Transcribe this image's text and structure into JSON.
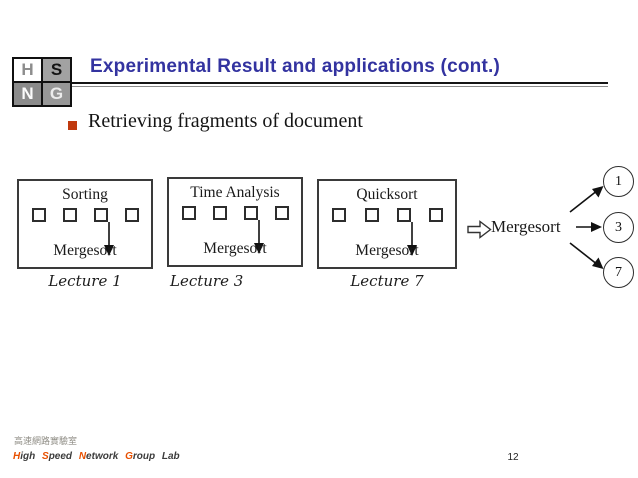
{
  "header": {
    "title": "Experimental Result and applications (cont.)"
  },
  "logo": {
    "cells": [
      {
        "letter": "H",
        "bg": "#ffffff",
        "fg": "#8d8d8d"
      },
      {
        "letter": "S",
        "bg": "#a2a2a2",
        "fg": "#141414"
      },
      {
        "letter": "N",
        "bg": "#8b8b8b",
        "fg": "#fafafa"
      },
      {
        "letter": "G",
        "bg": "#979797",
        "fg": "#ececec"
      }
    ]
  },
  "bullet": {
    "text": "Retrieving fragments of document"
  },
  "diagram": {
    "lectures": [
      {
        "title": "Sorting",
        "result": "Mergesort",
        "caption": "Lecture 1",
        "checkbox_count": 4
      },
      {
        "title": "Time Analysis",
        "result": "Mergesort",
        "caption": "Lecture 3",
        "checkbox_count": 4
      },
      {
        "title": "Quicksort",
        "result": "Mergesort",
        "caption": "Lecture 7",
        "checkbox_count": 4
      }
    ],
    "merge_label": "Mergesort",
    "result_nodes": [
      "1",
      "3",
      "7"
    ]
  },
  "footer": {
    "lab_name_zh": "高速網路實驗室",
    "words": [
      {
        "first": "H",
        "rest": "igh"
      },
      {
        "first": "S",
        "rest": "peed"
      },
      {
        "first": "N",
        "rest": "etwork"
      },
      {
        "first": "G",
        "rest": "roup"
      },
      {
        "first": "",
        "rest": "Lab"
      }
    ],
    "page": "12"
  },
  "colors": {
    "title": "#3333a0",
    "bullet_square": "#c0390e",
    "footer_accent": "#e85000",
    "footer_text": "#3c3c3c",
    "footer_zh": "#8f8d85",
    "line_dark": "#151515",
    "line_light": "#8a8a8a"
  }
}
